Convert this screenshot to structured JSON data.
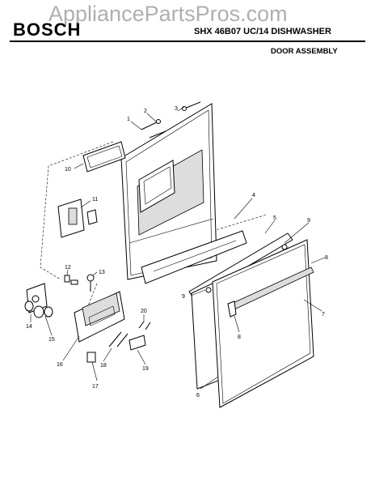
{
  "header": {
    "brand": "BOSCH",
    "model_title": "SHX 46B07 UC/14 DISHWASHER",
    "section_title": "DOOR ASSEMBLY",
    "watermark": "AppliancePartsPros.com"
  },
  "callouts": {
    "c1": "1",
    "c2": "2",
    "c3": "3",
    "c4": "4",
    "c5": "5",
    "c6": "6",
    "c7": "7",
    "c8a": "8",
    "c8b": "8",
    "c9a": "9",
    "c9b": "9",
    "c10": "10",
    "c11": "11",
    "c12": "12",
    "c13": "13",
    "c14": "14",
    "c15": "15",
    "c16": "16",
    "c17": "17",
    "c18": "18",
    "c19": "19",
    "c20": "20"
  }
}
